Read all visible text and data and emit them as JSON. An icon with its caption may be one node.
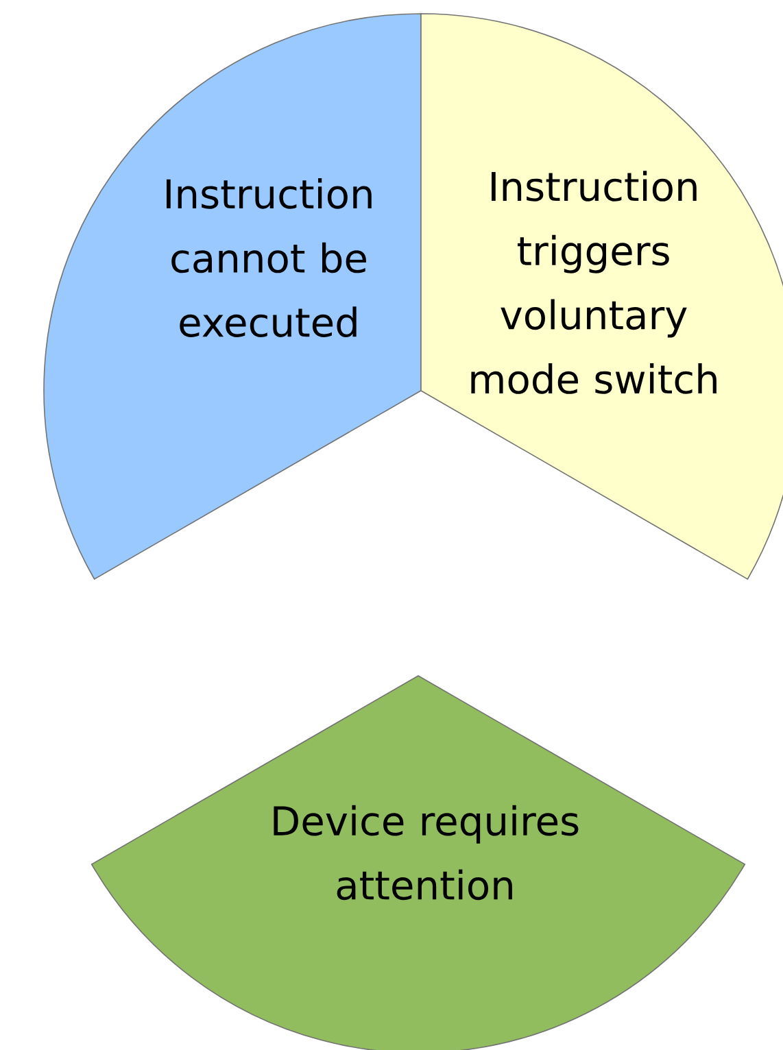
{
  "diagram": {
    "nodes": [
      {
        "text": [
          "Instruction cannot be executed"
        ]
      },
      {
        "text": [
          "Instruction triggers voluntary mode switch"
        ]
      },
      {
        "text": [
          "Device requires attention"
        ]
      }
    ]
  }
}
